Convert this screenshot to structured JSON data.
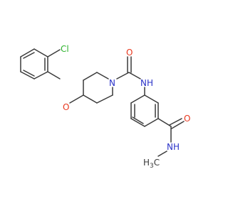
{
  "molecule": {
    "atoms": {
      "cl": {
        "text": "Cl",
        "color": "#2db32d"
      },
      "o_ether": {
        "text": "O",
        "color": "#e8371e"
      },
      "n_pip": {
        "text": "N",
        "color": "#2a32c8"
      },
      "o_urea": {
        "text": "O",
        "color": "#e8371e"
      },
      "nh_urea": {
        "text": "NH",
        "color": "#2a32c8"
      },
      "o_amide": {
        "text": "O",
        "color": "#e8371e"
      },
      "nh_amide": {
        "text": "NH",
        "color": "#2a32c8"
      },
      "h3c": {
        "text": "H3C",
        "color": "#3a3a3a"
      }
    }
  }
}
